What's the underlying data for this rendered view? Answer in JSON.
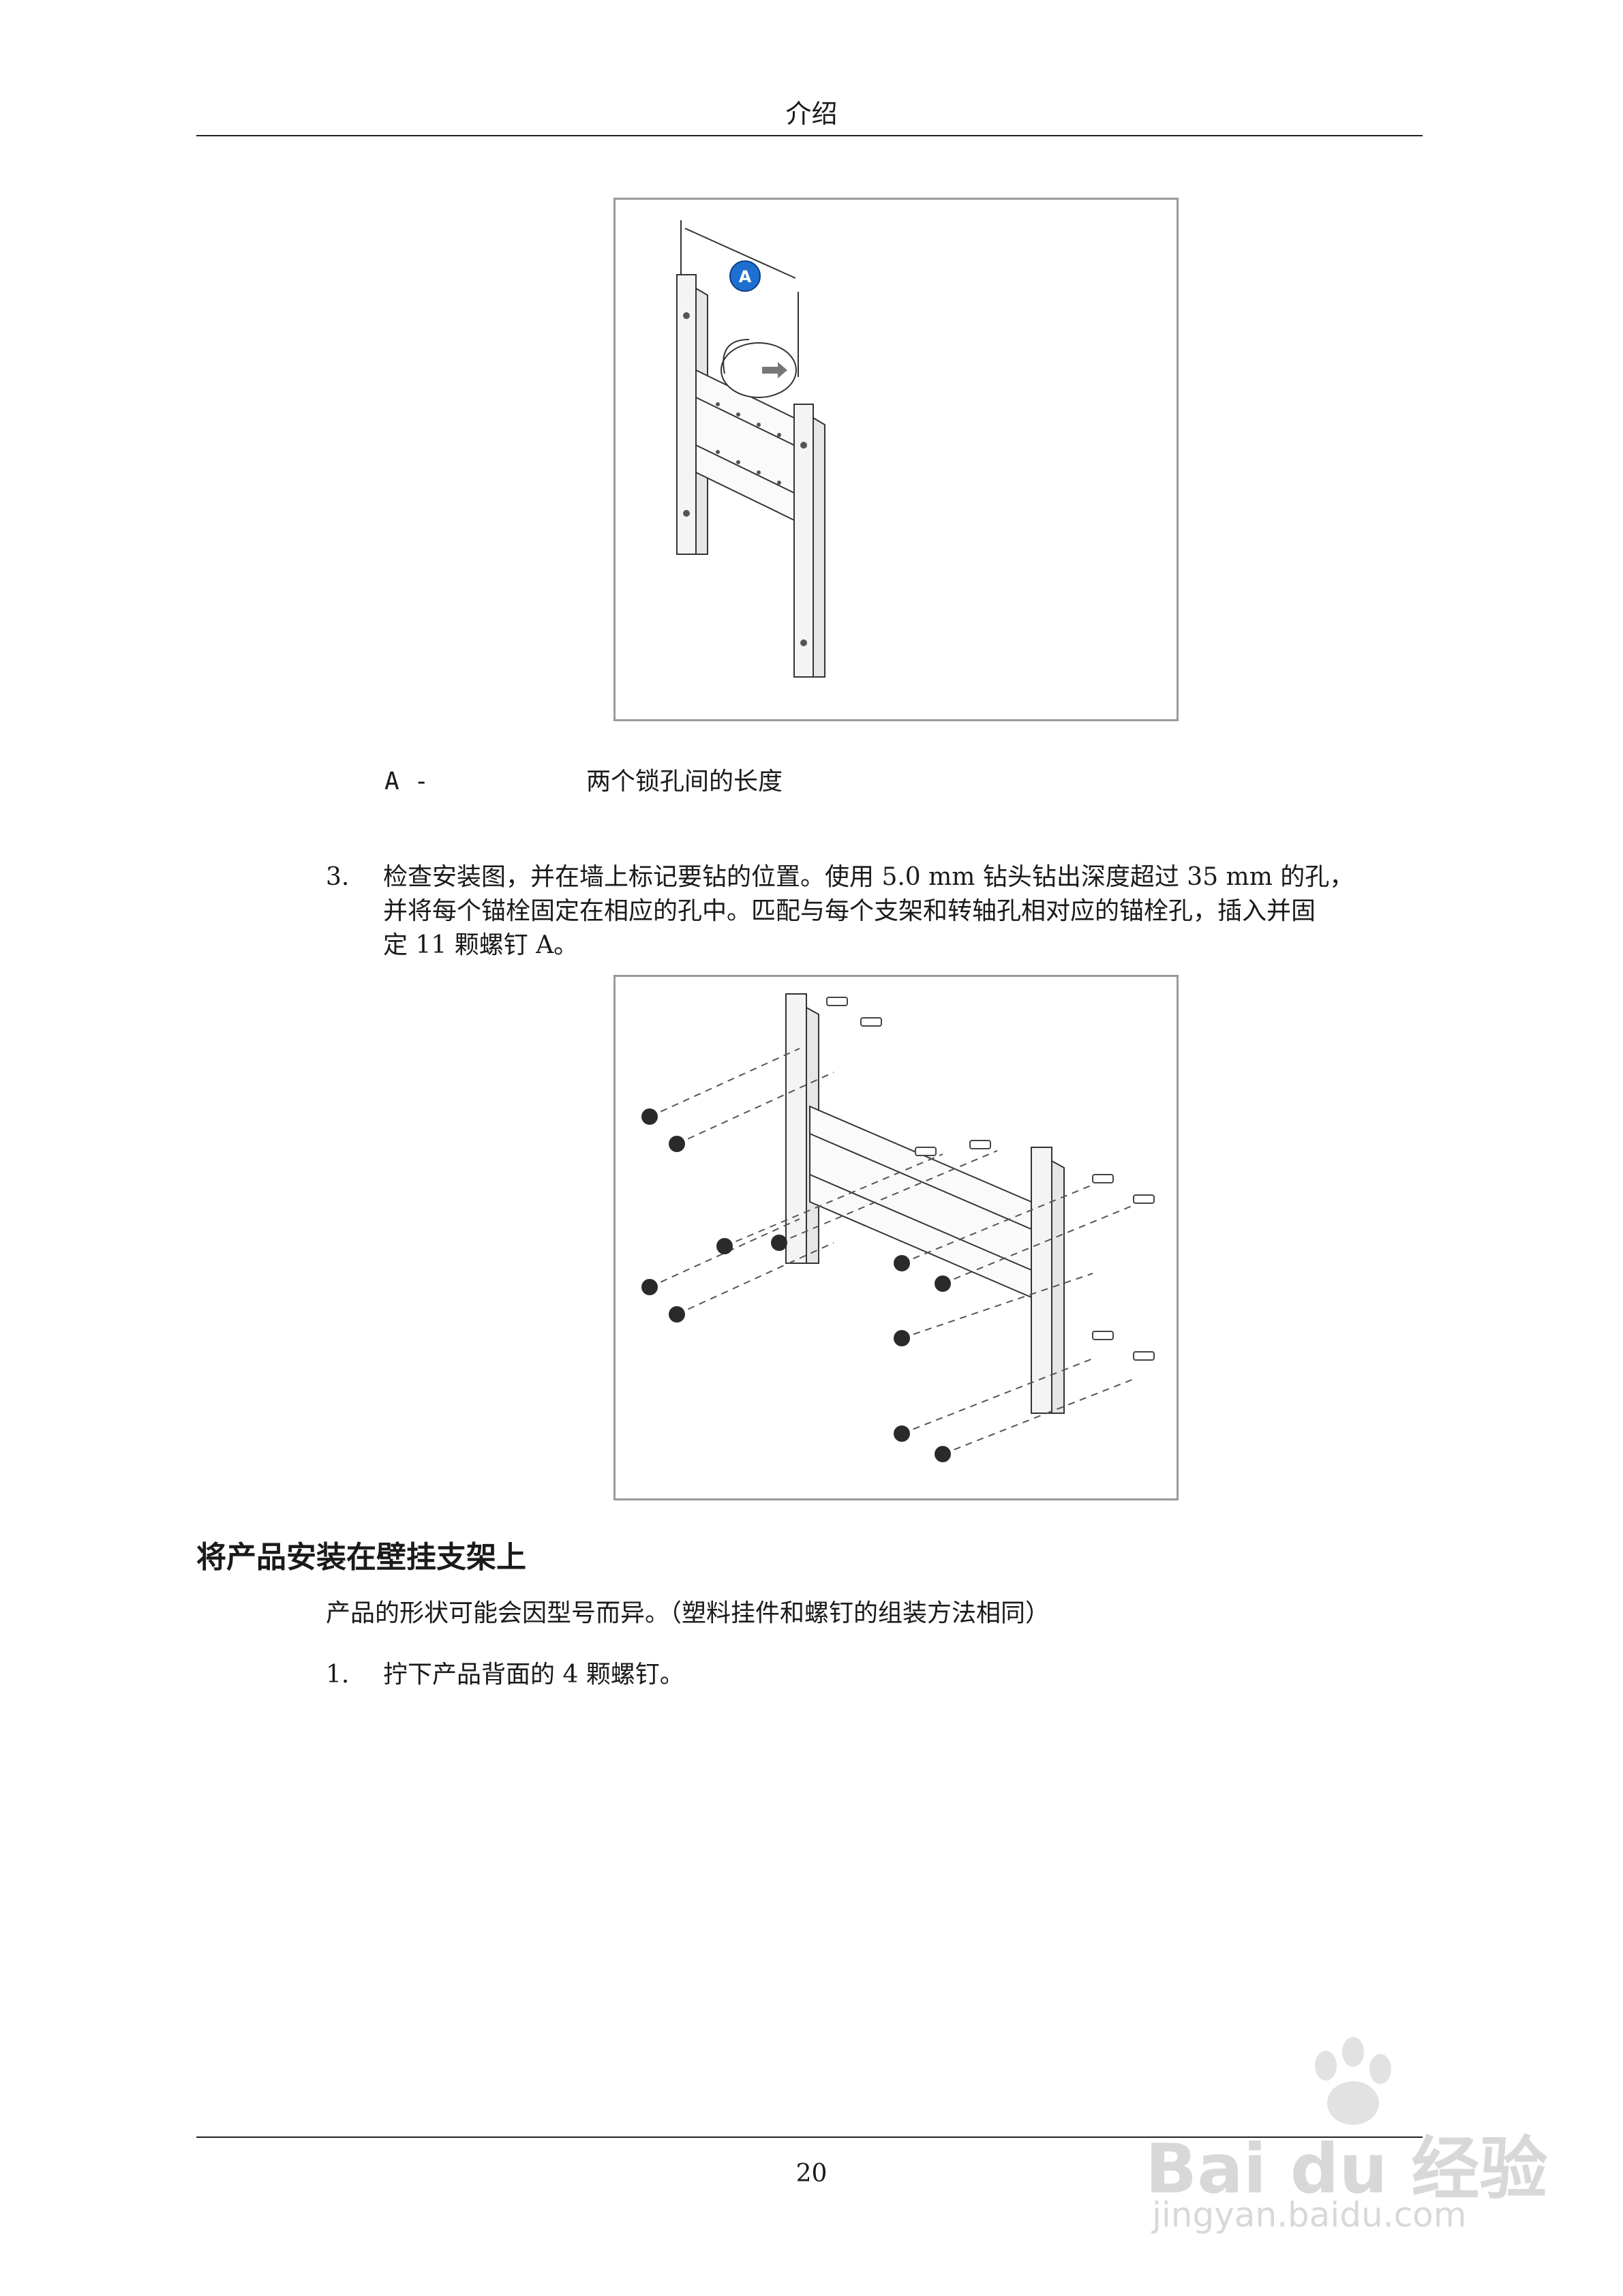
{
  "header": {
    "title": "介绍"
  },
  "figure1": {
    "badge": "A",
    "caption_label": "A -",
    "caption_text": "两个锁孔间的长度"
  },
  "step3": {
    "number": "3.",
    "lines": [
      "检查安装图，并在墙上标记要钻的位置。使用 5.0 mm 钻头钻出深度超过 35 mm 的孔，",
      "并将每个锚栓固定在相应的孔中。匹配与每个支架和转轴孔相对应的锚栓孔，插入并固",
      "定 11 颗螺钉 A。"
    ]
  },
  "section": {
    "heading": "将产品安装在壁挂支架上",
    "note": "产品的形状可能会因型号而异。（塑料挂件和螺钉的组装方法相同）",
    "step1_number": "1.",
    "step1_text": "拧下产品背面的 4 颗螺钉。"
  },
  "footer": {
    "page_number": "20"
  },
  "watermark": {
    "logo": "Bai du 经验",
    "url": "jingyan.baidu.com"
  }
}
